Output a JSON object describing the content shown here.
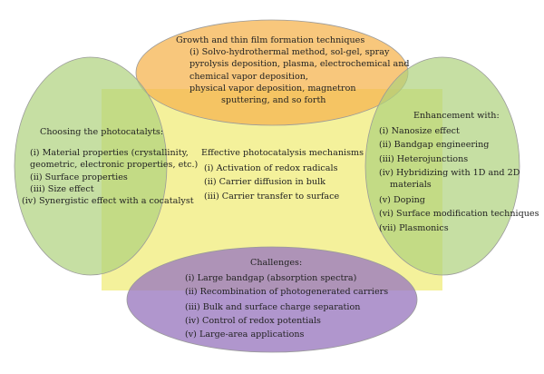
{
  "colors": {
    "top": "#f6b450",
    "left": "#aed17c",
    "right": "#aed17c",
    "bottom": "#9a78bf",
    "center": "#f2ee8a",
    "stroke": "#9a9a9a",
    "text": "#222222"
  },
  "top": {
    "title": "Growth and thin film formation techniques",
    "lines": [
      "(i) Solvo-hydrothermal method, sol-gel, spray",
      "pyrolysis deposition, plasma, electrochemical and",
      "chemical vapor deposition,",
      "physical vapor deposition, magnetron",
      "sputtering, and so forth"
    ]
  },
  "left": {
    "title": "Choosing the photocatalyts:",
    "lines": [
      "(i) Material properties (crystallinity,",
      "geometric, electronic properties, etc.)",
      "(ii) Surface properties",
      "(iii) Size effect",
      "(iv) Synergistic effect with a cocatalyst"
    ]
  },
  "center": {
    "title": "Effective photocatalysis mechanisms",
    "lines": [
      "(i) Activation of redox radicals",
      "(ii) Carrier diffusion in bulk",
      "(iii) Carrier transfer to surface"
    ]
  },
  "right": {
    "title": "Enhancement with:",
    "lines": [
      "(i) Nanosize effect",
      "(ii) Bandgap engineering",
      "(iii) Heterojunctions",
      "(iv) Hybridizing with 1D and 2D",
      "materials",
      "(v) Doping",
      "(vi) Surface modification techniques",
      "(vii) Plasmonics"
    ]
  },
  "bottom": {
    "title": "Challenges:",
    "lines": [
      "(i) Large bandgap (absorption spectra)",
      "(ii) Recombination of photogenerated carriers",
      "(iii) Bulk and surface charge separation",
      "(iv) Control of redox potentials",
      "(v) Large-area applications"
    ]
  }
}
